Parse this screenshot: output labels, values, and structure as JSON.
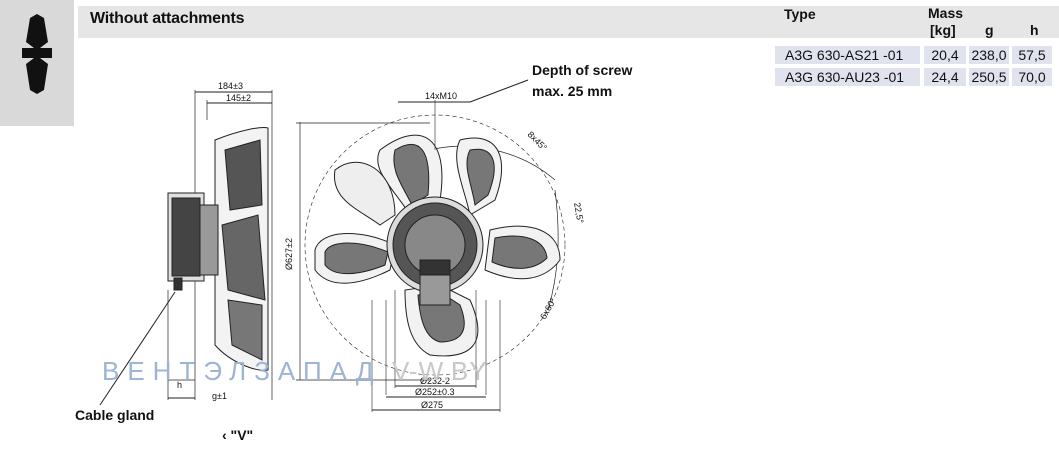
{
  "section": {
    "title": "Without attachments"
  },
  "table": {
    "headers": {
      "type": "Type",
      "mass": "Mass",
      "mass_unit": "[kg]",
      "g": "g",
      "h": "h"
    },
    "rows": [
      {
        "type": "A3G 630-AS21 -01",
        "mass": "20,4",
        "g": "238,0",
        "h": "57,5"
      },
      {
        "type": "A3G 630-AU23 -01",
        "mass": "24,4",
        "g": "250,5",
        "h": "70,0"
      }
    ]
  },
  "annotations": {
    "screw_line1": "Depth of screw",
    "screw_line2": "max. 25 mm",
    "cable_gland": "Cable gland",
    "view_label": "‹ \"V\""
  },
  "dimensions": {
    "d184": "184±3",
    "d145": "145±2",
    "thread": "14xM10",
    "d627": "Ø627±2",
    "angle_8x45": "8x45°",
    "angle_22_5": "22,5°",
    "angle_6x60": "6x60°",
    "d232": "Ø232-2",
    "d252": "Ø252±0.3",
    "d275": "Ø275",
    "h": "h",
    "g": "g±1"
  },
  "watermark": {
    "brand": "ВЕНТЭЛЗАПАД",
    "site": "V-W.BY"
  },
  "colors": {
    "band": "#e6e6e6",
    "cell": "#e0e3ee",
    "side": "#d9d9d9",
    "watermark_blue": "#9db4d4"
  },
  "icons": {
    "side_icon": "fan-blade-icon"
  }
}
